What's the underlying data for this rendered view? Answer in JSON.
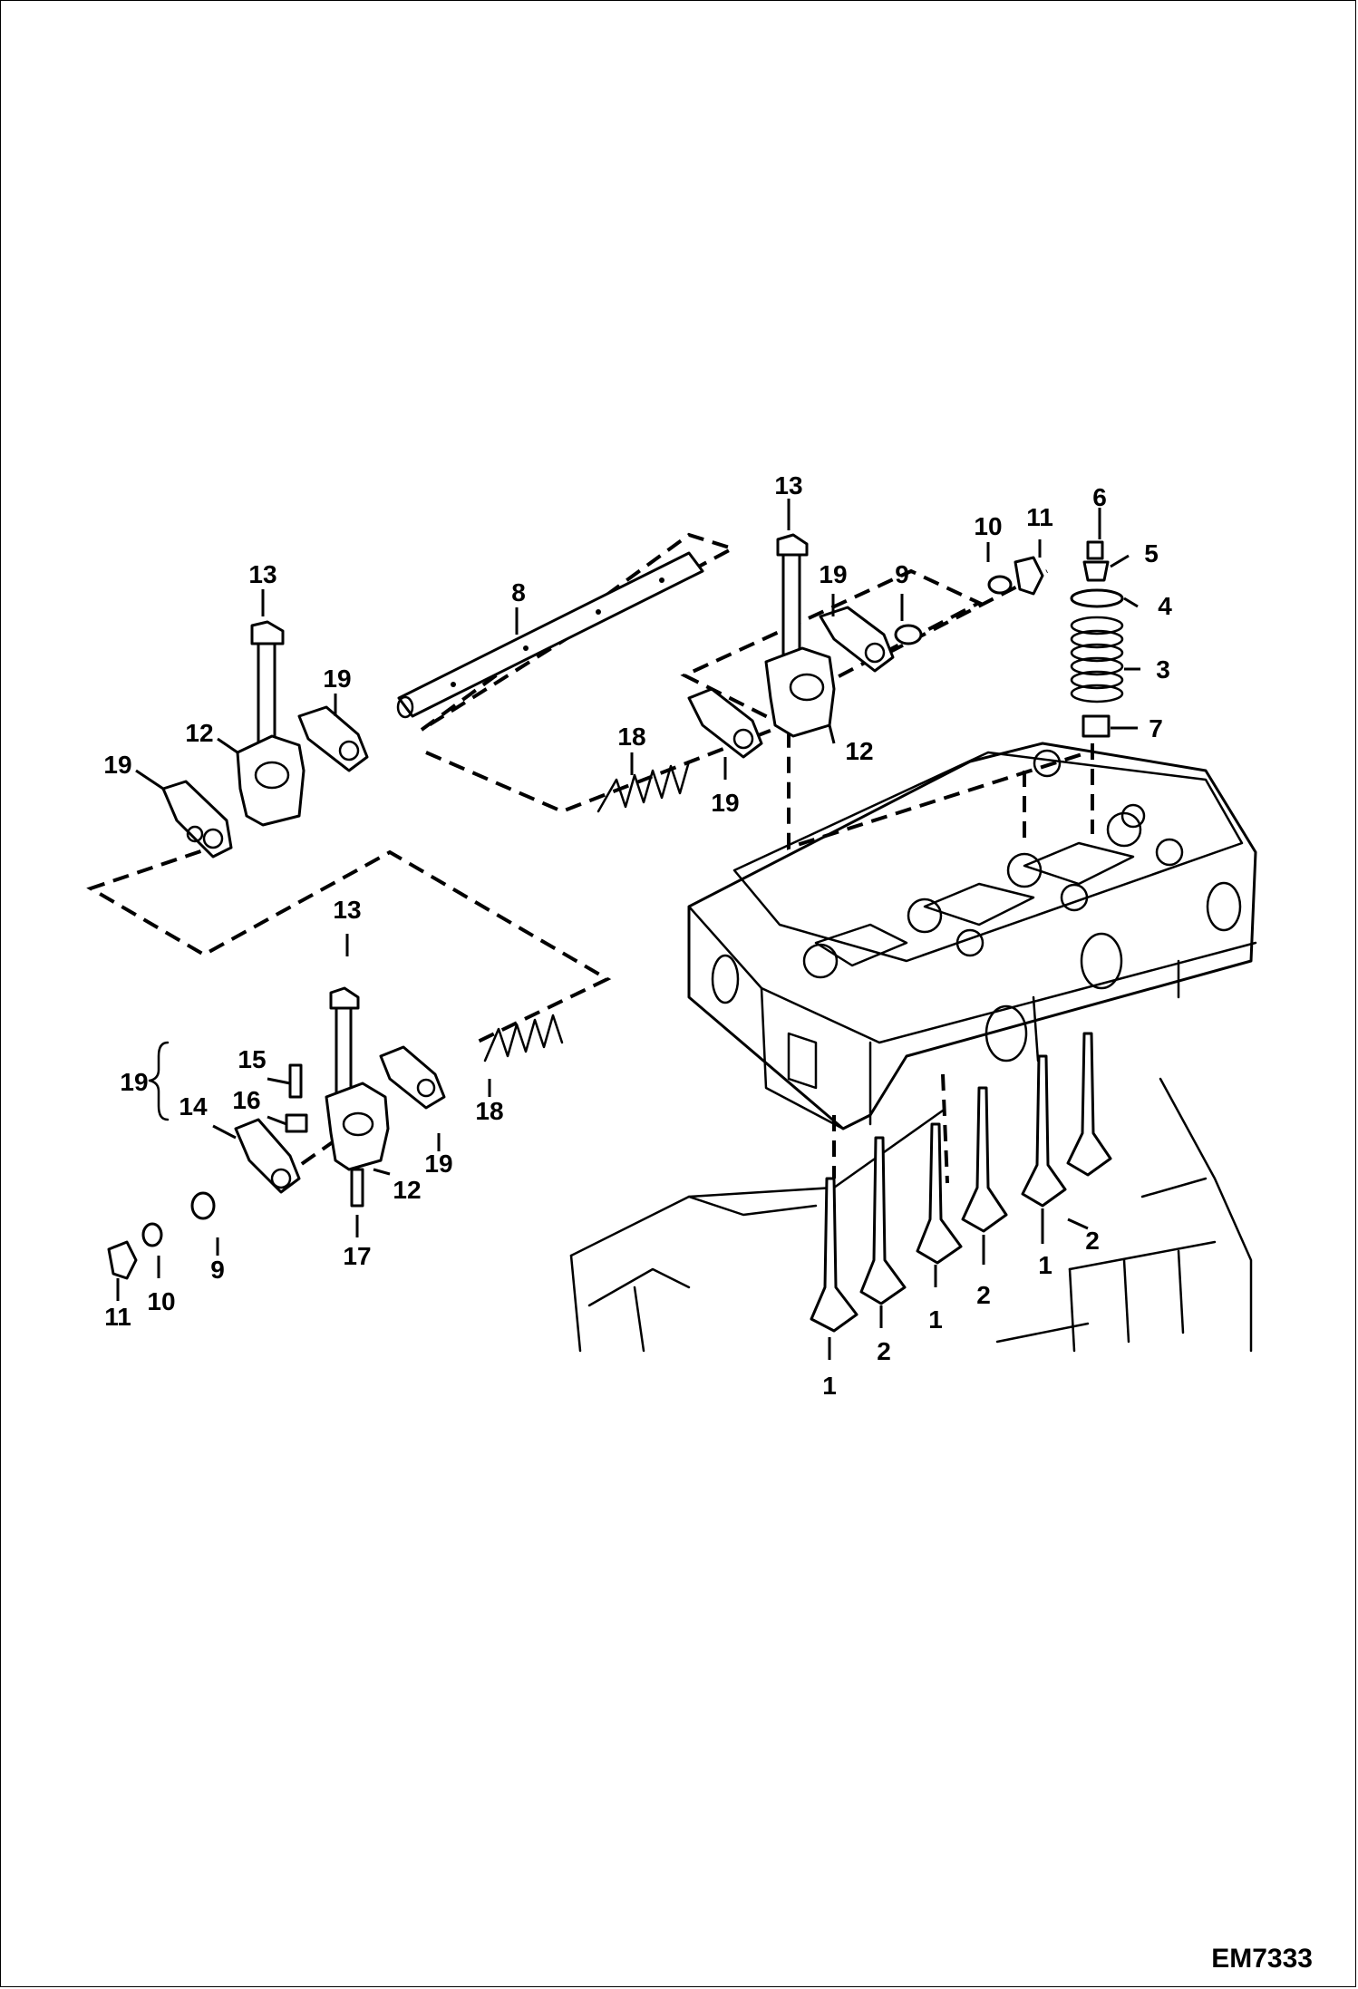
{
  "figure_code": "EM7333",
  "callouts": [
    "1",
    "2",
    "3",
    "4",
    "5",
    "6",
    "7",
    "8",
    "9",
    "10",
    "11",
    "12",
    "13",
    "14",
    "15",
    "16",
    "17",
    "18",
    "19"
  ]
}
